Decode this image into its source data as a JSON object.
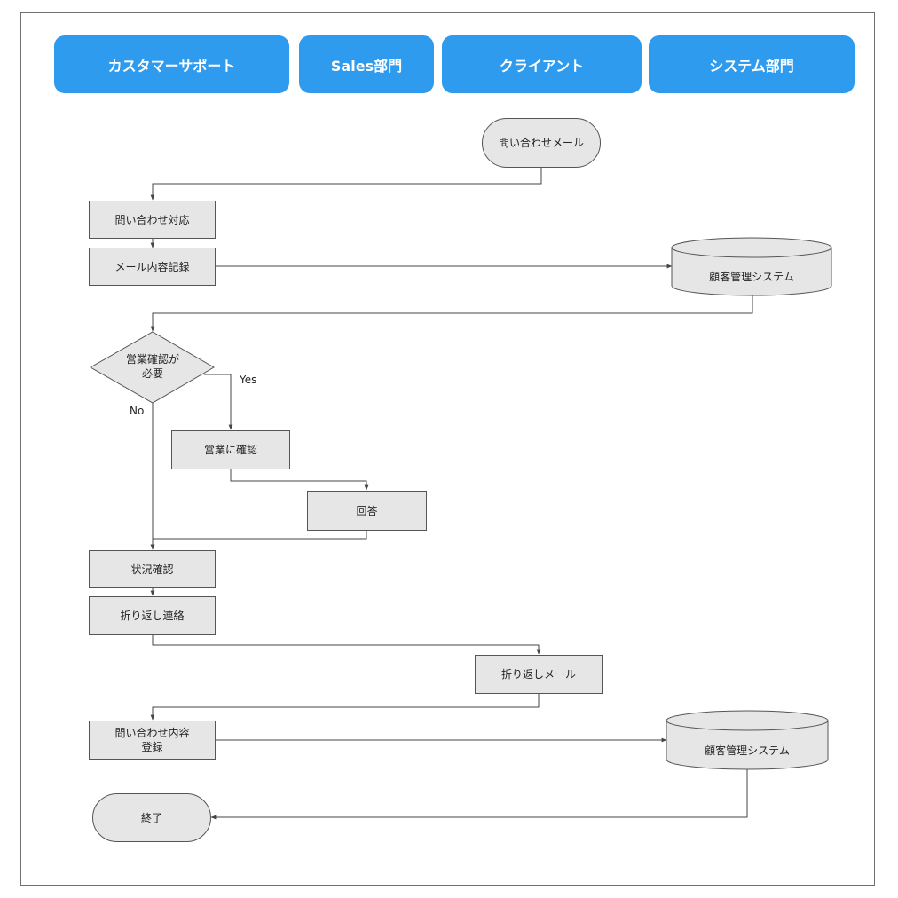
{
  "lanes": [
    "カスタマーサポート",
    "Sales部門",
    "クライアント",
    "システム部門"
  ],
  "nodes": {
    "inquiry_mail": "問い合わせメール",
    "inquiry_handling": "問い合わせ対応",
    "mail_record": "メール内容記録",
    "crm_1": "顧客管理システム",
    "decision": "営業確認が\n必要",
    "confirm_sales": "営業に確認",
    "answer": "回答",
    "status_check": "状況確認",
    "callback": "折り返し連絡",
    "callback_mail": "折り返しメール",
    "register_inquiry": "問い合わせ内容\n登録",
    "crm_2": "顧客管理システム",
    "end": "終了"
  },
  "branch_labels": {
    "yes": "Yes",
    "no": "No"
  },
  "colors": {
    "lane_header": "#2e9bef",
    "node_fill": "#e6e6e6",
    "stroke": "#555555"
  }
}
